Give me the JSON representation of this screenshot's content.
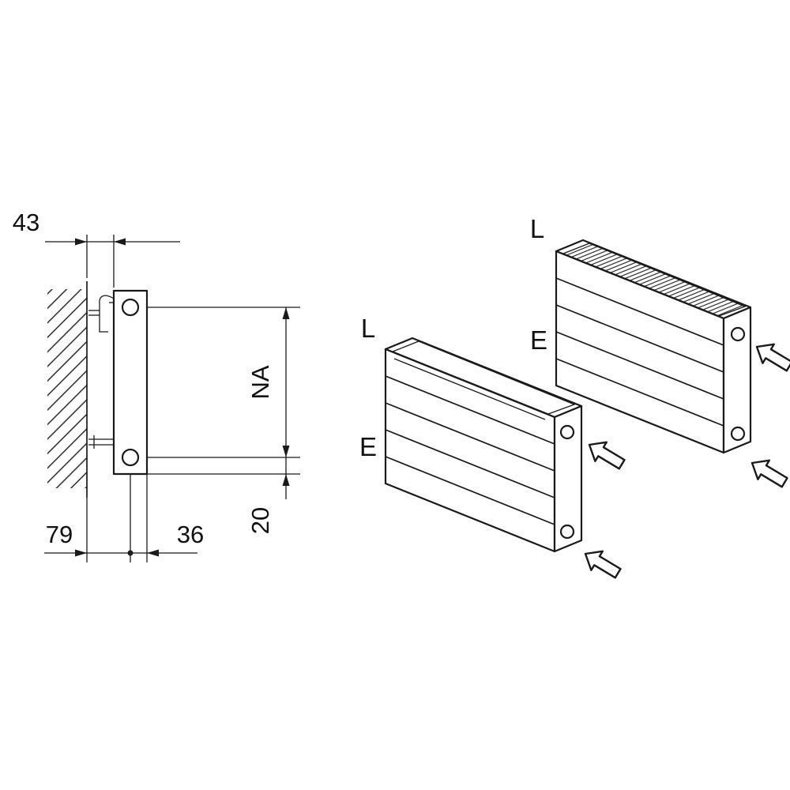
{
  "colors": {
    "line": "#1a1a1a",
    "background": "#ffffff"
  },
  "icons": {
    "flow_arrow": "⬉ outlined block arrow (flow direction)"
  },
  "side_view": {
    "dim_wall_clearance": "43",
    "dim_hub_distance": "NA",
    "dim_bottom_clearance": "20",
    "dim_wall_to_pipe_center": "79",
    "dim_pipe_center_to_front": "36"
  },
  "radiators": [
    {
      "air_label": "L",
      "inlet_label": "E"
    },
    {
      "air_label": "L",
      "inlet_label": "E"
    }
  ]
}
